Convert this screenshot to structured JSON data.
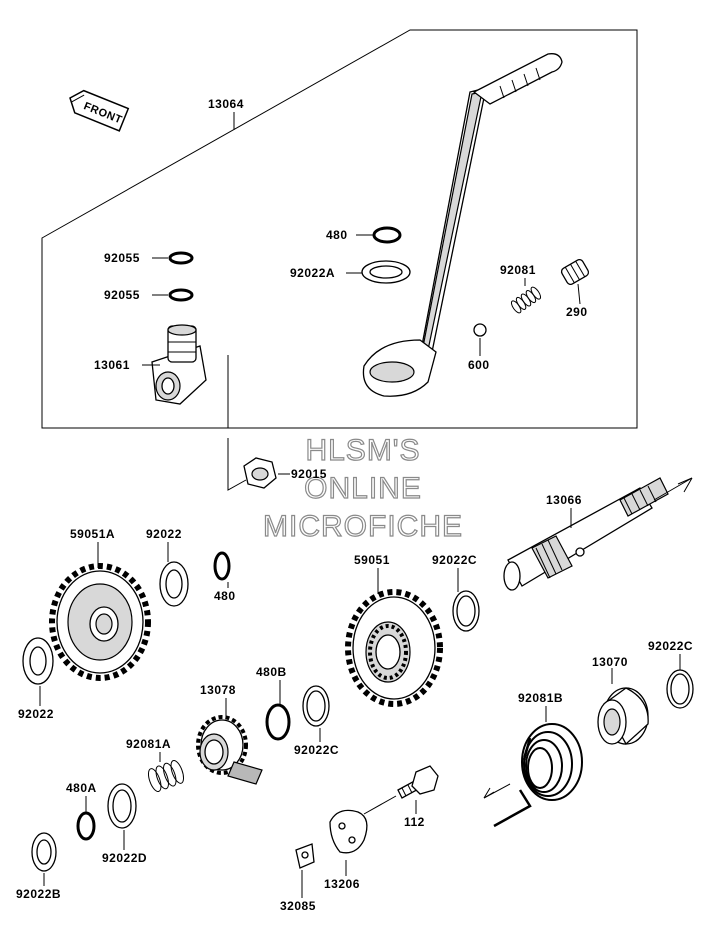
{
  "front_tag": "FRONT",
  "watermark": [
    "HLSM'S",
    "ONLINE",
    "MICROFICHE"
  ],
  "parts": {
    "p13064": "13064",
    "p92055a": "92055",
    "p92055b": "92055",
    "p13061": "13061",
    "p480top": "480",
    "p92022A": "92022A",
    "p92081": "92081",
    "p290": "290",
    "p600": "600",
    "p92015": "92015",
    "p13066": "13066",
    "p59051A": "59051A",
    "p92022top": "92022",
    "p480mid": "480",
    "p59051": "59051",
    "p92022C1": "92022C",
    "p92022left": "92022",
    "p13078": "13078",
    "p480B": "480B",
    "p92022C2": "92022C",
    "p92081A": "92081A",
    "p480A": "480A",
    "p92022D": "92022D",
    "p92022B": "92022B",
    "p112": "112",
    "p13206": "13206",
    "p32085": "32085",
    "p92081B": "92081B",
    "p13070": "13070",
    "p92022C3": "92022C"
  }
}
